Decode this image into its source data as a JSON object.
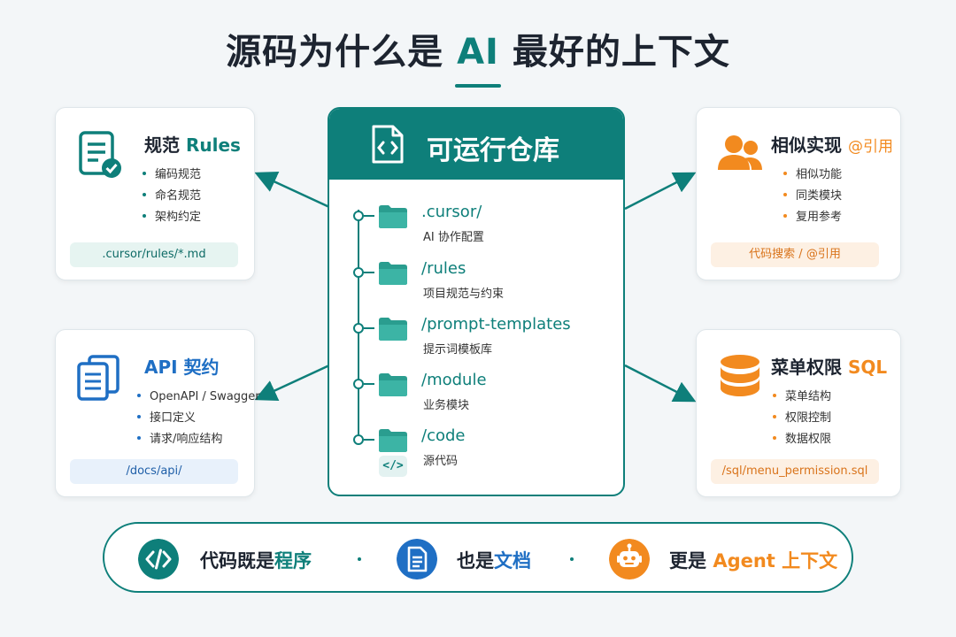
{
  "title": {
    "prefix": "源码为什么是 ",
    "accent": "AI",
    "suffix": " 最好的上下文"
  },
  "center": {
    "title": "可运行仓库",
    "items": [
      {
        "name": ".cursor/",
        "desc": "AI 协作配置"
      },
      {
        "name": "/rules",
        "desc": "项目规范与约束"
      },
      {
        "name": "/prompt-templates",
        "desc": "提示词模板库"
      },
      {
        "name": "/module",
        "desc": "业务模块"
      },
      {
        "name": "/code",
        "desc": "源代码"
      }
    ],
    "code_chip": "</>"
  },
  "cards": {
    "rules": {
      "title_cn": "规范 ",
      "title_en": "Rules",
      "items": [
        "编码规范",
        "命名规范",
        "架构约定"
      ],
      "tag": ".cursor/rules/*.md",
      "color": "#0e7f7a"
    },
    "similar": {
      "title_cn": "相似实现 ",
      "title_en": "@引用",
      "items": [
        "相似功能",
        "同类模块",
        "复用参考"
      ],
      "tag": "代码搜索 / @引用",
      "color": "#f28a1f"
    },
    "api": {
      "title_cn": "API 契约",
      "title_en": "",
      "items": [
        "OpenAPI / Swagger",
        "接口定义",
        "请求/响应结构"
      ],
      "tag": "/docs/api/",
      "color": "#1f6fc4"
    },
    "sql": {
      "title_cn": "菜单权限 ",
      "title_en": "SQL",
      "items": [
        "菜单结构",
        "权限控制",
        "数据权限"
      ],
      "tag": "/sql/menu_permission.sql",
      "color": "#f28a1f"
    }
  },
  "bottom": {
    "p1_prefix": "代码既是",
    "p1_accent": "程序",
    "p2_prefix": "也是",
    "p2_accent": "文档",
    "p3_prefix": "更是 ",
    "p3_accent": "Agent 上下文",
    "code_icon": "code-icon",
    "doc_icon": "document-icon",
    "robot_icon": "robot-icon"
  },
  "colors": {
    "teal": "#0e7f7a",
    "blue": "#1f6fc4",
    "orange": "#f28a1f"
  }
}
